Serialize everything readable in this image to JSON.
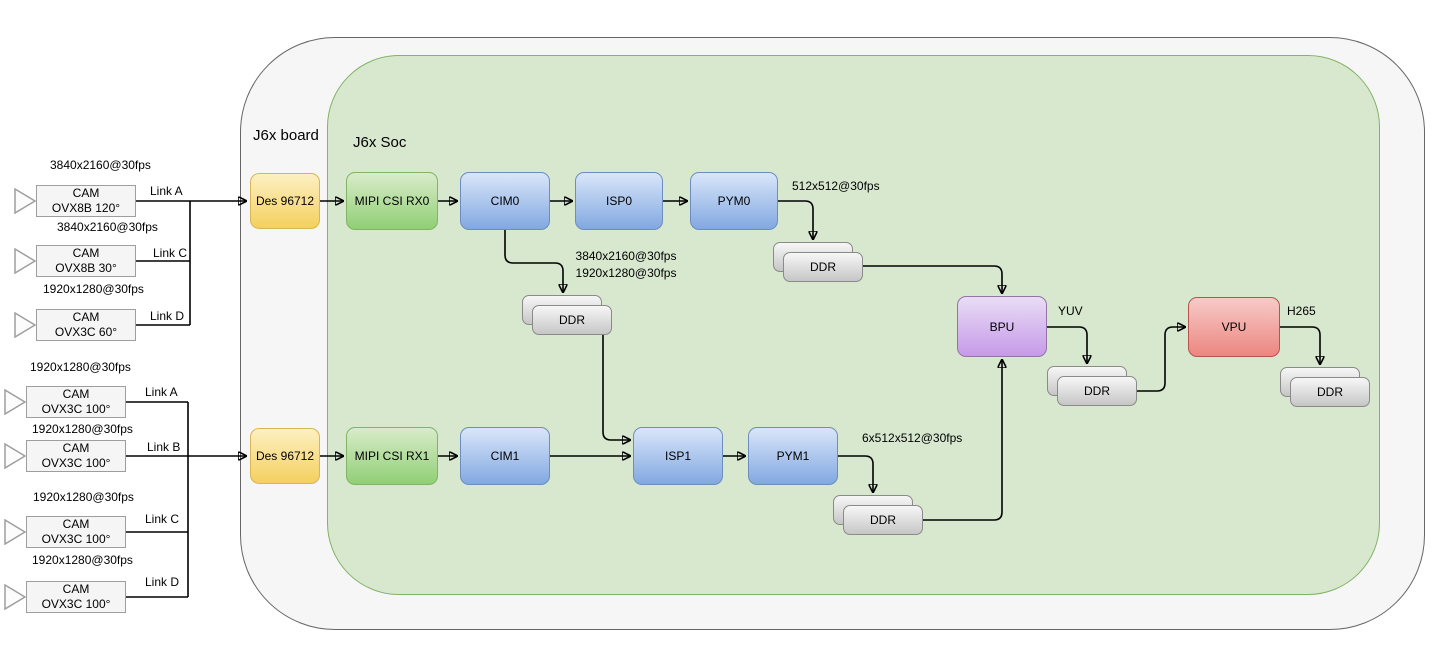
{
  "board": {
    "label": "J6x board"
  },
  "soc": {
    "label": "J6x Soc"
  },
  "camera_groups": [
    {
      "cameras": [
        {
          "rate": "3840x2160@30fps",
          "name": "CAM",
          "model": "OVX8B 120°",
          "link": "Link A"
        },
        {
          "rate": "3840x2160@30fps",
          "name": "CAM",
          "model": "OVX8B 30°",
          "link": "Link C"
        },
        {
          "rate": "1920x1280@30fps",
          "name": "CAM",
          "model": "OVX3C 60°",
          "link": "Link D"
        }
      ]
    },
    {
      "cameras": [
        {
          "rate": "1920x1280@30fps",
          "name": "CAM",
          "model": "OVX3C 100°",
          "link": "Link A"
        },
        {
          "rate": "1920x1280@30fps",
          "name": "CAM",
          "model": "OVX3C 100°",
          "link": "Link B"
        },
        {
          "rate": "1920x1280@30fps",
          "name": "CAM",
          "model": "OVX3C 100°",
          "link": "Link C"
        },
        {
          "rate": "1920x1280@30fps",
          "name": "CAM",
          "model": "OVX3C 100°",
          "link": "Link D"
        }
      ]
    }
  ],
  "blocks": {
    "des0": {
      "label": "Des 96712"
    },
    "des1": {
      "label": "Des 96712"
    },
    "mipi0": {
      "label": "MIPI CSI RX0"
    },
    "mipi1": {
      "label": "MIPI CSI RX1"
    },
    "cim0": {
      "label": "CIM0"
    },
    "cim1": {
      "label": "CIM1"
    },
    "isp0": {
      "label": "ISP0"
    },
    "isp1": {
      "label": "ISP1"
    },
    "pym0": {
      "label": "PYM0"
    },
    "pym1": {
      "label": "PYM1"
    },
    "bpu": {
      "label": "BPU"
    },
    "vpu": {
      "label": "VPU"
    },
    "ddr": {
      "label": "DDR"
    }
  },
  "edge_labels": {
    "pym0_out": "512x512@30fps",
    "cim0_out_1": "3840x2160@30fps",
    "cim0_out_2": "1920x1280@30fps",
    "pym1_out": "6x512x512@30fps",
    "bpu_out": "YUV",
    "vpu_out": "H265"
  },
  "colors": {
    "board_fill": "#f6f6f6",
    "soc_fill": "#d8e8cf",
    "soc_border": "#82b366",
    "des_fill": "#f4d05f",
    "mipi_fill": "#90cf75",
    "compute_fill": "#82a8e1",
    "bpu_fill": "#c69ae8",
    "vpu_fill": "#ec8680",
    "ddr_fill": "#c6c6c6",
    "wire": "#000000"
  }
}
